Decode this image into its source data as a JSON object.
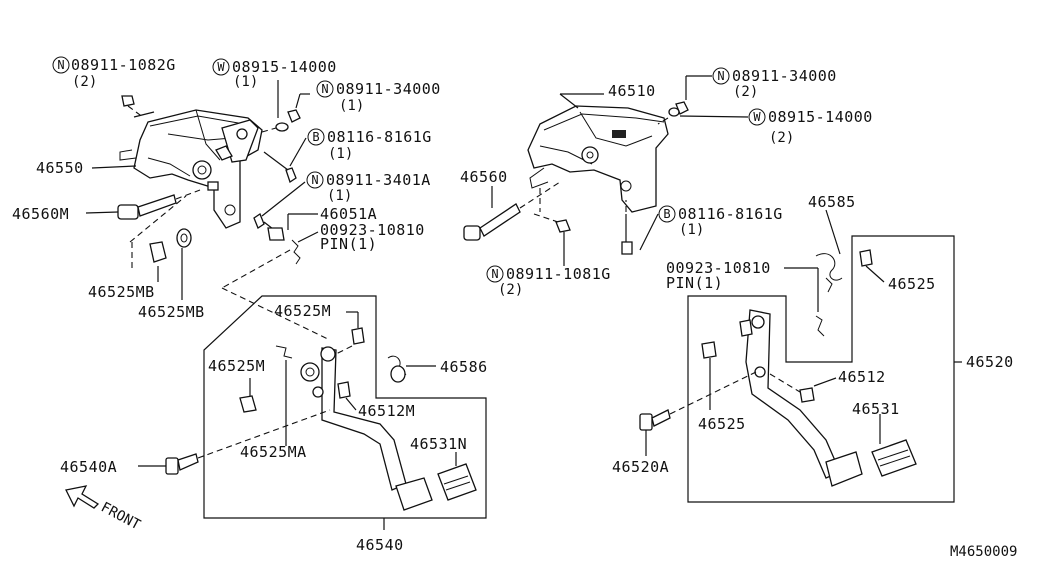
{
  "diagram_code": "M4650009",
  "front_label": "FRONT",
  "labels": {
    "p46550": "46550",
    "p46560M": "46560M",
    "p46525MB_1": "46525MB",
    "p46525MB_2": "46525MB",
    "p46051A": "46051A",
    "pin_left_code": "00923-10810",
    "pin_left_text": "PIN(1)",
    "p46525M_top": "46525M",
    "p46525M_left": "46525M",
    "p46525MA": "46525MA",
    "p46512M": "46512M",
    "p46586": "46586",
    "p46531N": "46531N",
    "p46540A": "46540A",
    "p46540": "46540",
    "p46510": "46510",
    "p46560": "46560",
    "p46585": "46585",
    "pin_right_code": "00923-10810",
    "pin_right_text": "PIN(1)",
    "p46525_right": "46525",
    "p46520": "46520",
    "p46512": "46512",
    "p46531": "46531",
    "p46525_bottom": "46525",
    "p46520A": "46520A"
  },
  "fasteners": [
    {
      "id": "n_08911_1082G",
      "prefix": "N",
      "code": "08911-1082G",
      "qty": "(2)"
    },
    {
      "id": "w_08915_14000_l",
      "prefix": "W",
      "code": "08915-14000",
      "qty": "(1)"
    },
    {
      "id": "n_08911_34000_l",
      "prefix": "N",
      "code": "08911-34000",
      "qty": "(1)"
    },
    {
      "id": "b_08116_8161G_l",
      "prefix": "B",
      "code": "08116-8161G",
      "qty": "(1)"
    },
    {
      "id": "n_08911_3401A",
      "prefix": "N",
      "code": "08911-3401A",
      "qty": "(1)"
    },
    {
      "id": "n_08911_34000_r",
      "prefix": "N",
      "code": "08911-34000",
      "qty": "(2)"
    },
    {
      "id": "w_08915_14000_r",
      "prefix": "W",
      "code": "08915-14000",
      "qty": "(2)"
    },
    {
      "id": "b_08116_8161G_r",
      "prefix": "B",
      "code": "08116-8161G",
      "qty": "(1)"
    },
    {
      "id": "n_08911_1081G",
      "prefix": "N",
      "code": "08911-1081G",
      "qty": "(2)"
    }
  ]
}
